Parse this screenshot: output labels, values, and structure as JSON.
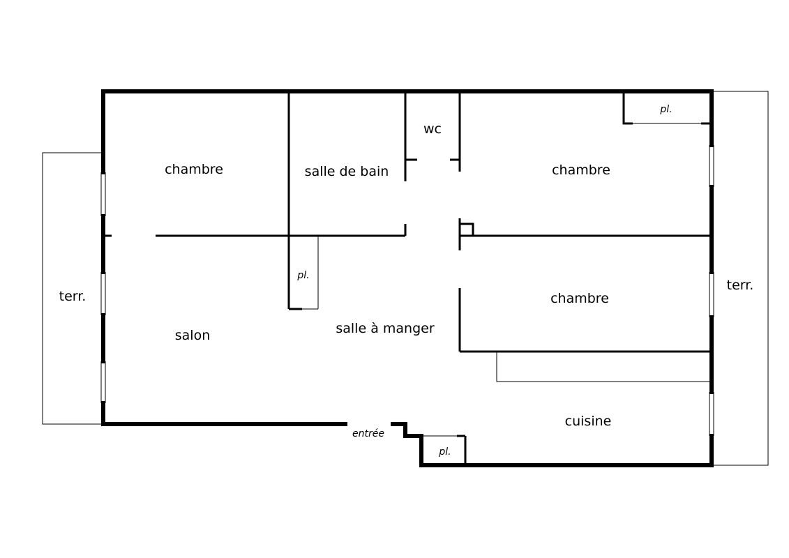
{
  "rooms": {
    "chambre_nw": "chambre",
    "salle_de_bain": "salle de bain",
    "wc": "wc",
    "chambre_ne": "chambre",
    "chambre_e": "chambre",
    "salon": "salon",
    "salle_a_manger": "salle à manger",
    "cuisine": "cuisine",
    "terr_west": "terr.",
    "terr_east": "terr."
  },
  "closets": {
    "pl_ne": "pl.",
    "pl_center": "pl.",
    "pl_kitchen": "pl."
  },
  "entrance": "entrée"
}
